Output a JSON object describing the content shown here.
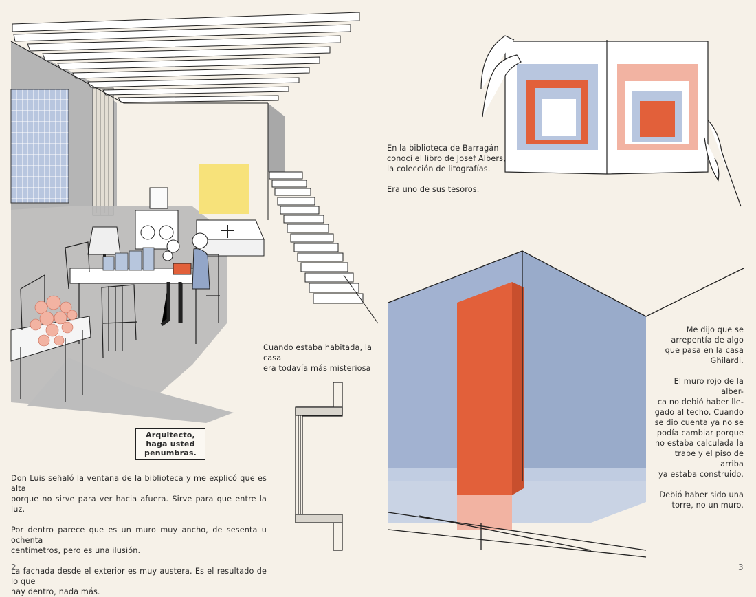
{
  "colors": {
    "paper": "#f6f1e8",
    "ink": "#1e1e1e",
    "gray": "#b2b2b2",
    "blue": "#93a6c8",
    "orange": "#e2603a",
    "pink": "#f2b3a2",
    "yellow": "#f7e27a"
  },
  "texts": {
    "albers": "En la biblioteca de Barragán\nconocí el libro de Josef Albers,\nla colección de litografías.\n\nEra uno de sus tesoros.",
    "habitada": "Cuando estaba habitada, la casa\nera todavía más misteriosa",
    "bubble": "Arquitecto, haga\nusted penumbras.",
    "ventana": "Don Luis señaló la ventana de la biblioteca y me explicó que es alta\nporque no sirve para ver hacia afuera. Sirve para que entre la luz.\n\nPor dentro parece que es un muro muy ancho, de sesenta u ochenta\ncentímetros, pero es una ilusión.\n\nLa fachada desde el exterior es muy austera. Es el resultado de lo que\nhay dentro, nada más.",
    "ghilardi": "Me dijo que se\narrepentía de algo\nque pasa en la casa\nGhilardi.\n\nEl muro rojo de la alber-\nca no debió haber lle-\ngado al techo. Cuando\nse dio cuenta ya no se\npodía cambiar porque\nno estaba calculada la\ntrabe y el piso de arriba\nya estaba construido.\n\nDebió haber sido una\ntorre, no un muro."
  },
  "pages": {
    "left": "2",
    "right": "3"
  }
}
